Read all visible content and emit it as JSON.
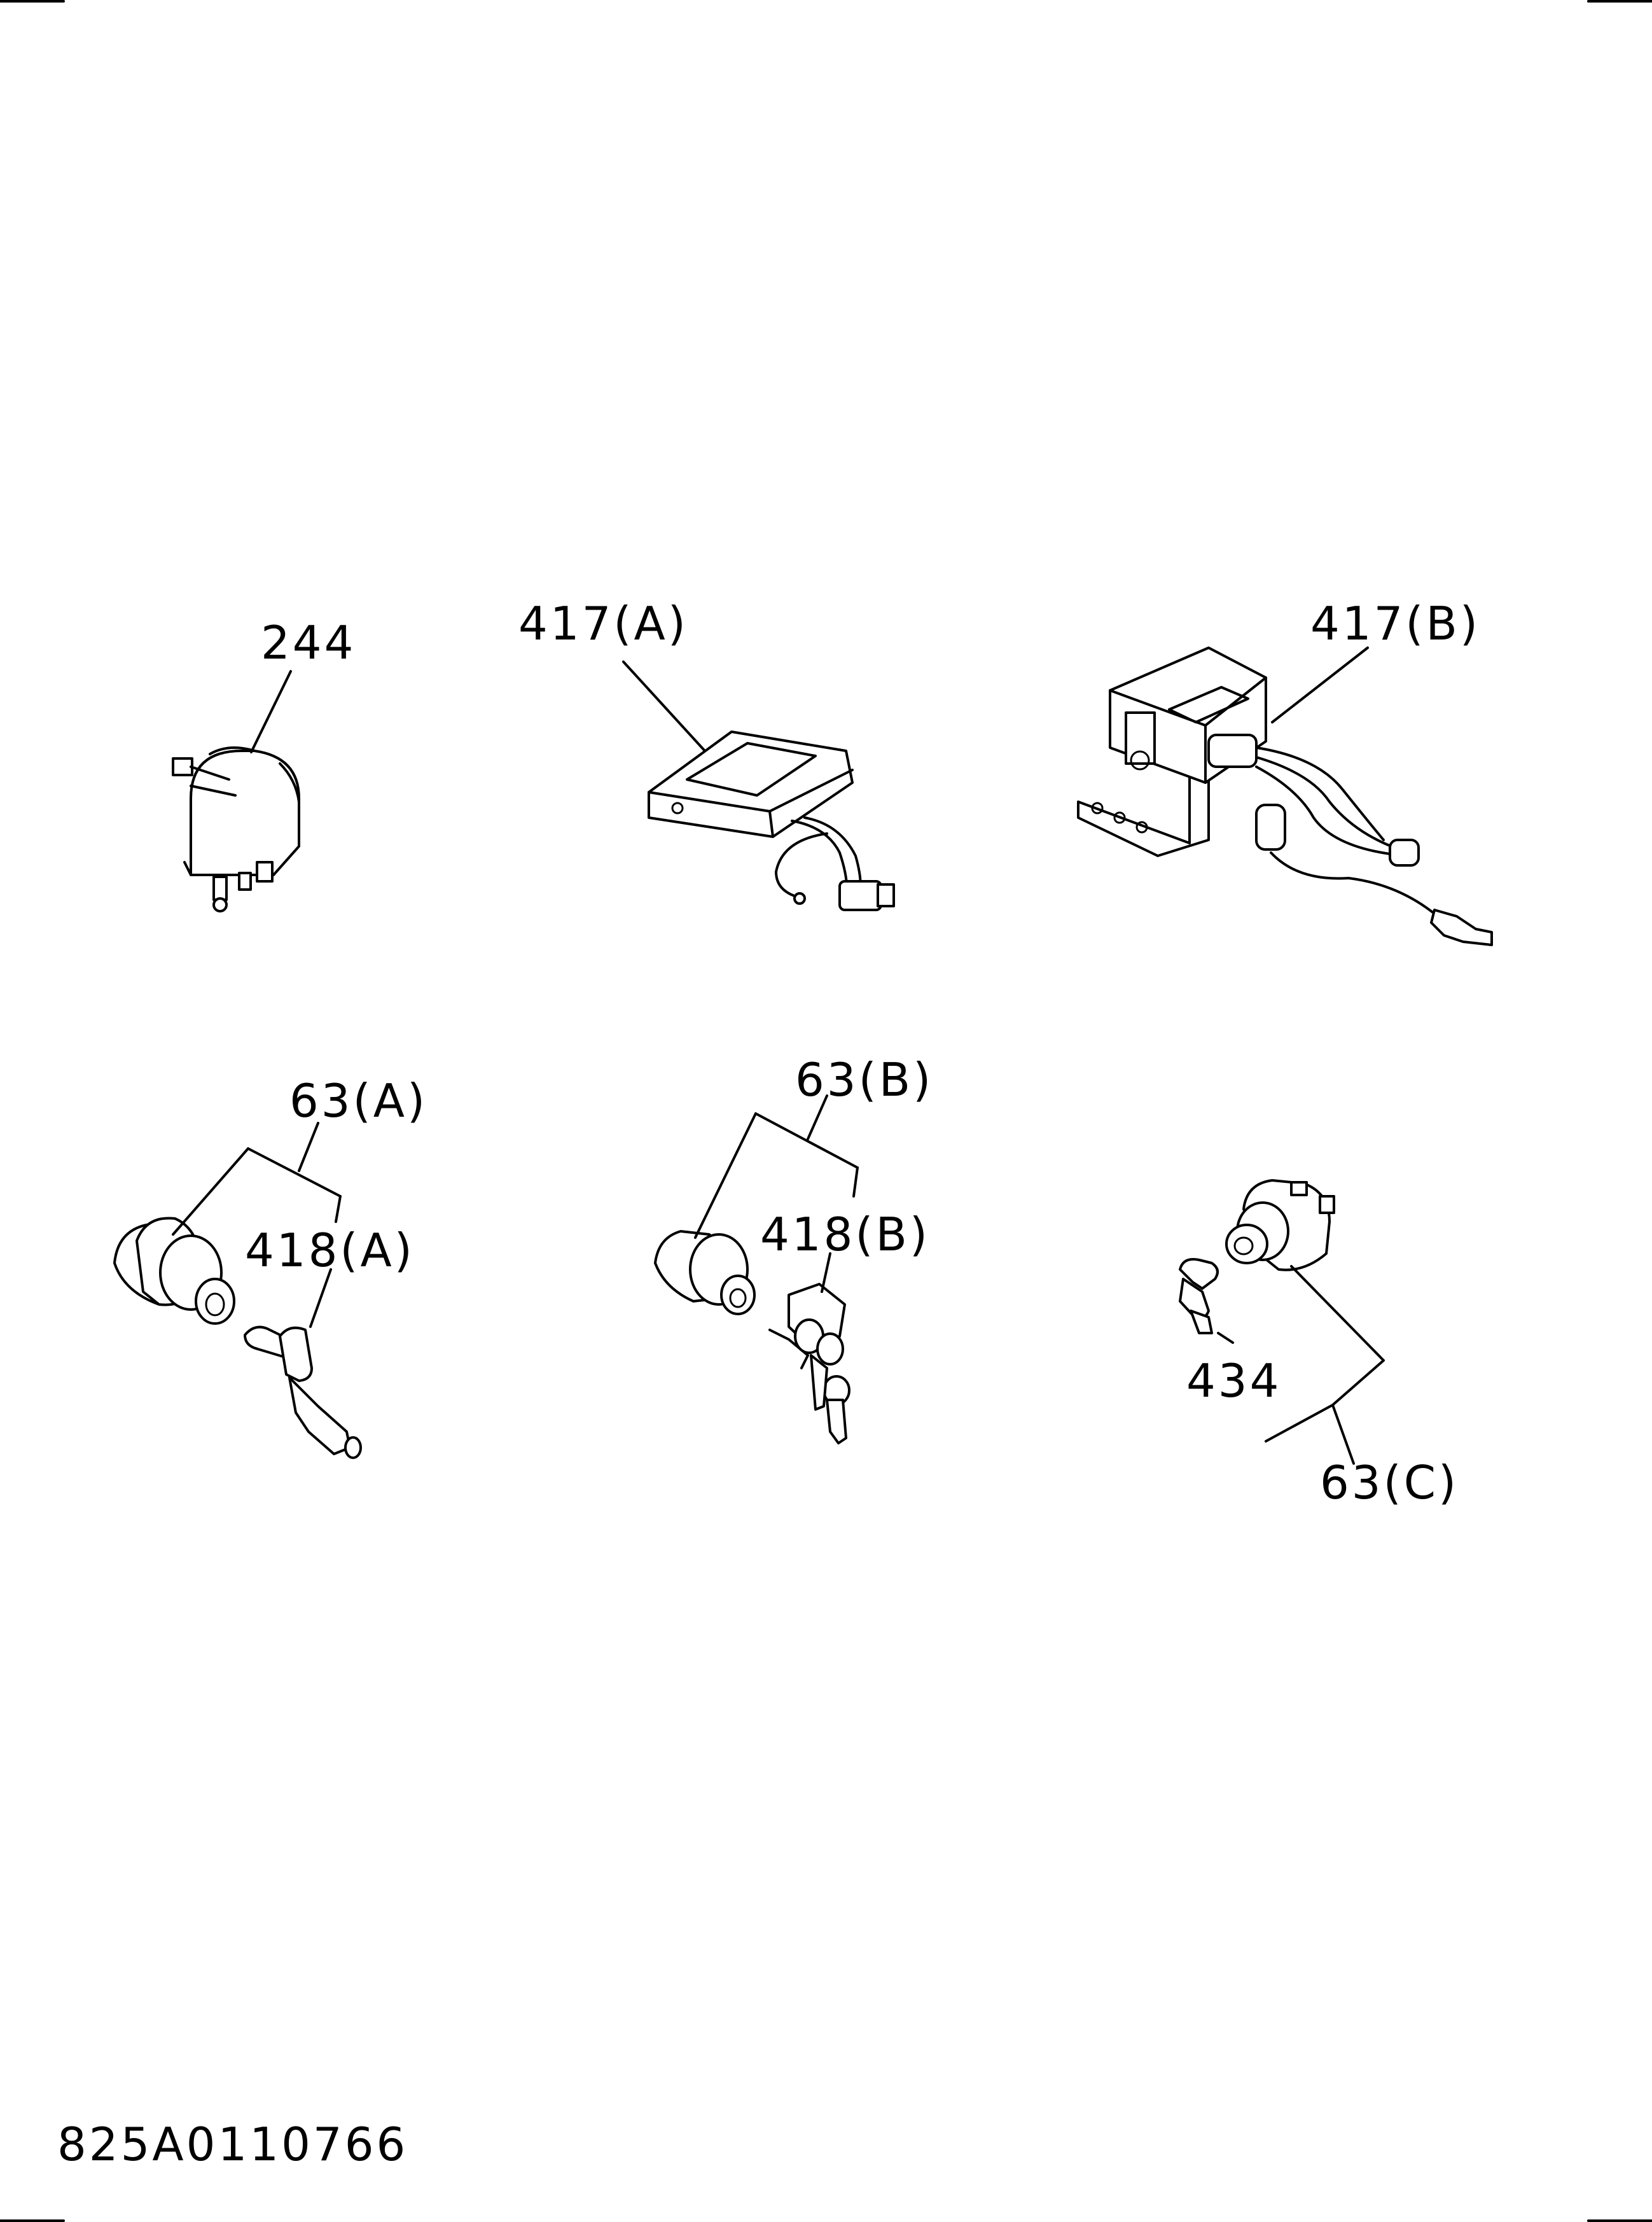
{
  "drawing_number": "825A0110766",
  "callouts": {
    "c244": "244",
    "c417a": "417(A)",
    "c417b": "417(B)",
    "c63a": "63(A)",
    "c418a": "418(A)",
    "c63b": "63(B)",
    "c418b": "418(B)",
    "c434": "434",
    "c63c": "63(C)"
  }
}
